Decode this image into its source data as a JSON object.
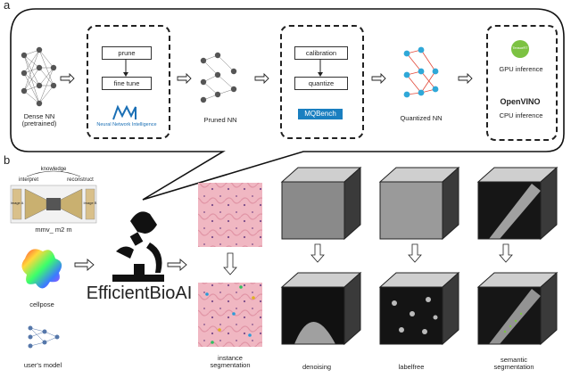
{
  "panel_a": {
    "letter": "a",
    "dense_nn": "Dense NN\n(pretrained)",
    "prune_box": {
      "step1": "prune",
      "step2": "fine tune",
      "logo_text": "Neural Network Intelligence"
    },
    "pruned_nn": "Pruned NN",
    "quant_box": {
      "step1": "calibration",
      "step2": "quantize",
      "logo_text": "MQBench"
    },
    "quantized_nn": "Quantized NN",
    "deploy_box": {
      "gpu_label": "GPU inference",
      "cpu_logo": "OpenVINO",
      "cpu_label": "CPU inference",
      "gpu_logo_text": "TensorRT"
    }
  },
  "panel_b": {
    "letter": "b",
    "mmv": {
      "knowledge": "knowledge",
      "interpret": "interpret",
      "reconstruct": "reconstruct",
      "image_a": "Image A",
      "image_b": "Image B",
      "caption": "mmv_ m2 m"
    },
    "cellpose": "cellpose",
    "users_model": "user's model",
    "brand": "EfficientBioAI",
    "instance_seg": "instance\nsegmentation",
    "denoising": "denoising",
    "labelfree": "labelfree",
    "semantic_seg": "semantic\nsegmentation"
  },
  "colors": {
    "nn_node": "#555555",
    "quant_node": "#2fa8d8",
    "quant_edge": "#e24a3a",
    "nni_blue": "#1a6fb5",
    "mqbench_blue": "#1a7fc0",
    "gpu_green": "#7cc242"
  }
}
